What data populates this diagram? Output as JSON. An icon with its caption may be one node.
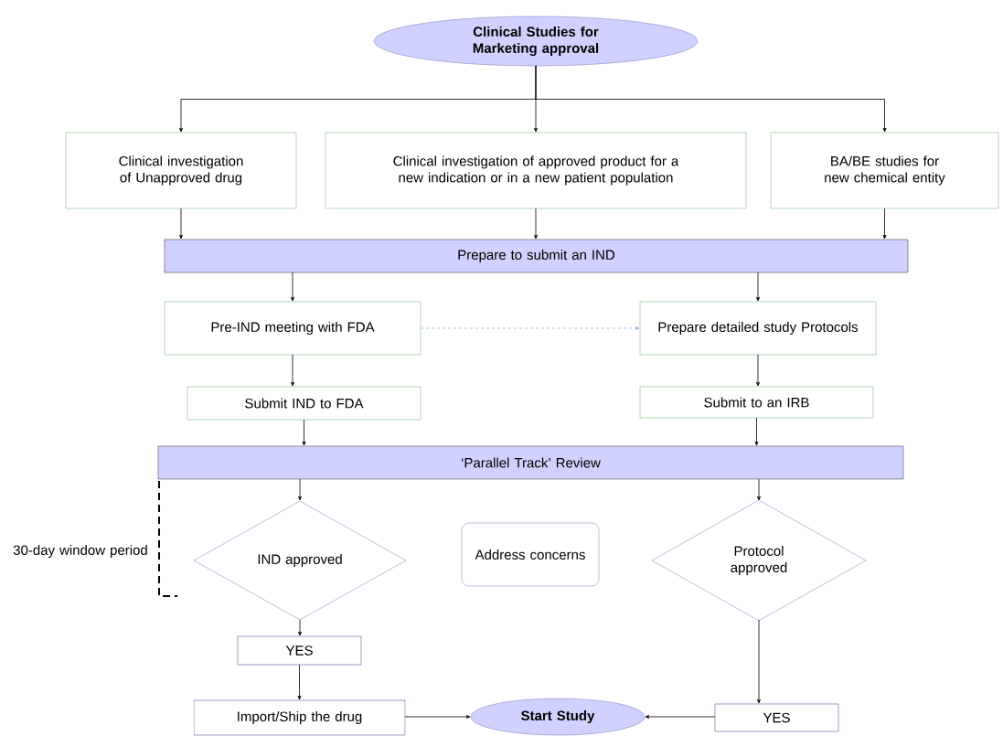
{
  "diagram": {
    "nodes": [
      {
        "text": [
          "Clinical Studies for Marketing approval"
        ]
      },
      {
        "text": [
          "Clinical investigation of Unapproved drug"
        ]
      },
      {
        "text": [
          "Clinical investigation of approved product for a new indication or in a new patient population"
        ]
      },
      {
        "text": [
          "BA/BE studies for new chemical entity"
        ]
      },
      {
        "text": [
          "Prepare to submit an IND"
        ]
      },
      {
        "text": [
          "Pre-IND meeting with FDA"
        ]
      },
      {
        "text": [
          "Prepare detailed study Protocols"
        ]
      },
      {
        "text": [
          "Submit IND to FDA"
        ]
      },
      {
        "text": [
          "Submit to an IRB"
        ]
      },
      {
        "text": [
          "‘Parallel Track’ Review"
        ]
      },
      {
        "text": [
          "IND approved"
        ]
      },
      {
        "text": [
          "Address concerns"
        ]
      },
      {
        "text": [
          "Protocol approved"
        ]
      },
      {
        "text": [
          "YES"
        ]
      },
      {
        "text": [
          "Import/Ship the drug"
        ]
      },
      {
        "text": [
          "Start Study"
        ]
      },
      {
        "text": [
          "YES"
        ]
      }
    ],
    "edges": [
      {
        "from": 0,
        "to": 1,
        "arrow": "to"
      },
      {
        "from": 0,
        "to": 2,
        "arrow": "to"
      },
      {
        "from": 0,
        "to": 3,
        "arrow": "to"
      },
      {
        "from": 1,
        "to": 4,
        "arrow": "to"
      },
      {
        "from": 2,
        "to": 4,
        "arrow": "to"
      },
      {
        "from": 3,
        "to": 4,
        "arrow": "to"
      },
      {
        "from": 4,
        "to": 5,
        "arrow": "to"
      },
      {
        "from": 4,
        "to": 6,
        "arrow": "to"
      },
      {
        "from": 5,
        "to": 6,
        "arrow": "to",
        "style": "dashed",
        "color": "#8fb3d9"
      },
      {
        "from": 5,
        "to": 7,
        "arrow": "to"
      },
      {
        "from": 6,
        "to": 8,
        "arrow": "to"
      },
      {
        "from": 7,
        "to": 9,
        "arrow": "to"
      },
      {
        "from": 8,
        "to": 9,
        "arrow": "to"
      },
      {
        "from": 9,
        "to": 10,
        "arrow": "to"
      },
      {
        "from": 9,
        "to": 12,
        "arrow": "to"
      },
      {
        "from": 10,
        "to": 13,
        "arrow": "to"
      },
      {
        "from": 13,
        "to": 14,
        "arrow": "to"
      },
      {
        "from": 14,
        "to": 15,
        "arrow": "to"
      },
      {
        "from": 16,
        "to": 15,
        "arrow": "to"
      },
      {
        "from": 12,
        "to": 16,
        "arrow": "to"
      }
    ],
    "labels": [
      "30-day window period"
    ]
  }
}
